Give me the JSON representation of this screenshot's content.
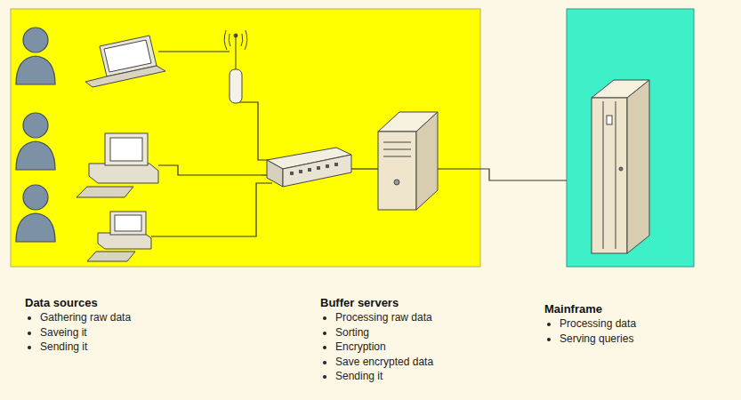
{
  "diagram": {
    "nodes": [
      {
        "text": [
          "Data sources",
          "Gathering raw data",
          "Saveing it",
          "Sending it"
        ]
      },
      {
        "text": [
          "Buffer servers",
          "Processing raw data",
          "Sorting",
          "Encryption",
          "Save encrypted data",
          "Sending it"
        ]
      },
      {
        "text": [
          "Mainframe",
          "Processing data",
          "Serving queries"
        ]
      }
    ],
    "edges": [
      {
        "from": 0,
        "to": 1,
        "arrow": "none"
      },
      {
        "from": 1,
        "to": 2,
        "arrow": "none"
      }
    ]
  }
}
